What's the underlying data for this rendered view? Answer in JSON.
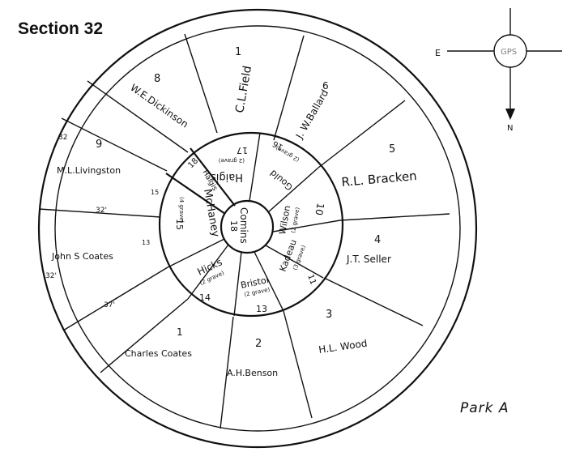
{
  "title": "Section 32",
  "park_label": "Park A",
  "compass": {
    "east": "E",
    "north": "N",
    "center": "GPS"
  },
  "outer_plots": [
    {
      "id": "o1",
      "number": "1",
      "owner": "C.L.Field"
    },
    {
      "id": "o6",
      "number": "6",
      "owner": "J. W.Ballard"
    },
    {
      "id": "o5",
      "number": "5",
      "owner": "R.L. Bracken"
    },
    {
      "id": "o4",
      "number": "4",
      "owner": "J.T. Seller"
    },
    {
      "id": "o3",
      "number": "3",
      "owner": "H.L. Wood"
    },
    {
      "id": "o2",
      "number": "2",
      "owner": "A.H.Benson"
    },
    {
      "id": "oc1",
      "number": "1",
      "owner": "Charles Coates"
    },
    {
      "id": "oj",
      "number": "",
      "owner": "John S Coates"
    },
    {
      "id": "o9",
      "number": "9",
      "owner": "M.L.Livingston"
    },
    {
      "id": "o8",
      "number": "8",
      "owner": "W.E.Dickinson"
    }
  ],
  "inner_plots": [
    {
      "id": "i17",
      "number": "17",
      "owner": "Haigis",
      "note": "(2 grave)"
    },
    {
      "id": "i16",
      "number": "16",
      "owner": "Gould",
      "note": "(2 grave)"
    },
    {
      "id": "i10",
      "number": "10",
      "owner": "Wilson",
      "note": "(2 grave)"
    },
    {
      "id": "i11",
      "number": "11",
      "owner": "Kadeau",
      "note": "(3 grave)"
    },
    {
      "id": "i13",
      "number": "13",
      "owner": "Bristol",
      "note": "(2 grave)"
    },
    {
      "id": "i14",
      "number": "14",
      "owner": "Hicks",
      "note": "(2 grave)"
    },
    {
      "id": "i15",
      "number": "15",
      "owner": "McHaney",
      "note": "(4 grave)"
    },
    {
      "id": "i18",
      "number": "18",
      "owner": "Haigis",
      "note": ""
    }
  ],
  "center_plot": {
    "number": "18",
    "owner": "Comins"
  },
  "edge_marks": {
    "m32a": "32",
    "m15": "15",
    "m32b": "32'",
    "m13": "13",
    "m32c": "32'",
    "m37": "37'"
  }
}
